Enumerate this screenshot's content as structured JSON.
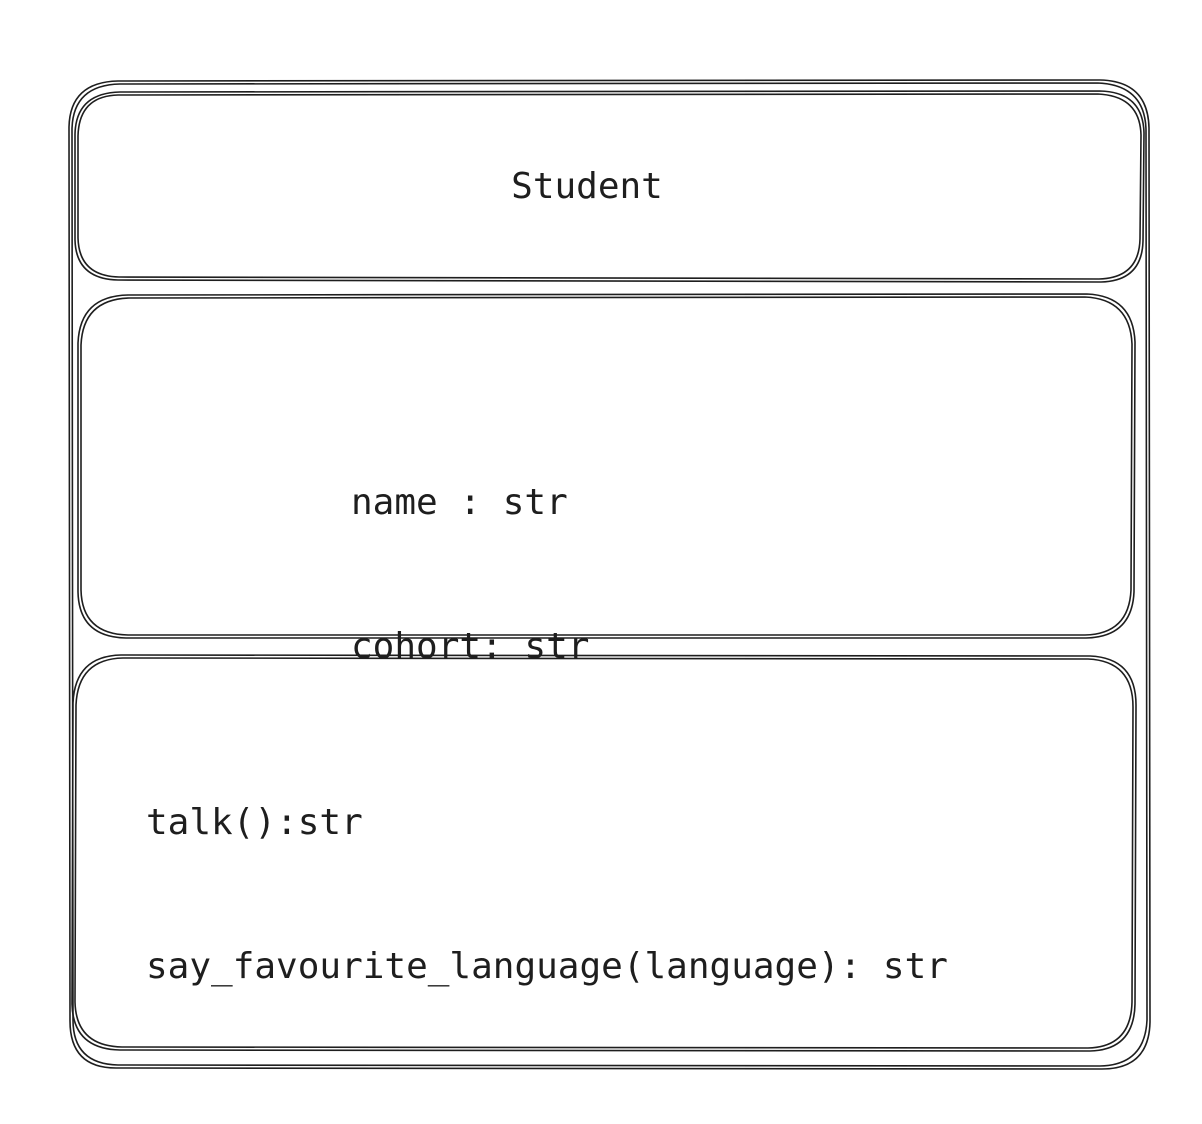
{
  "class_box": {
    "name": "Student",
    "attributes": [
      "name : str",
      "cohort: str"
    ],
    "methods": [
      "talk():str",
      "say_favourite_language(language): str"
    ]
  },
  "colors": {
    "stroke": "#1e1e1e",
    "background": "#ffffff"
  }
}
